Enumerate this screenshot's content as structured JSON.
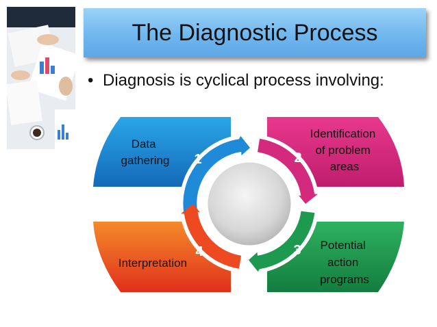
{
  "slide": {
    "title": "The Diagnostic Process",
    "bullet": "Diagnosis is cyclical process involving:"
  },
  "cycle": {
    "steps": [
      {
        "number": "1",
        "lines": [
          "Data",
          "gathering"
        ],
        "color": "#1e88d0"
      },
      {
        "number": "2",
        "lines": [
          "Identification",
          "of problem",
          "areas"
        ],
        "color": "#d4277c"
      },
      {
        "number": "3",
        "lines": [
          "Potential",
          "action",
          "programs"
        ],
        "color": "#1d9a50"
      },
      {
        "number": "4",
        "lines": [
          "Interpretation"
        ],
        "color": "#ee4a22"
      }
    ]
  },
  "colors": {
    "title_bar": "#6fb6ee",
    "blue": "#1e88d0",
    "magenta": "#d4277c",
    "green": "#1d9a50",
    "orange": "#ee4a22"
  }
}
